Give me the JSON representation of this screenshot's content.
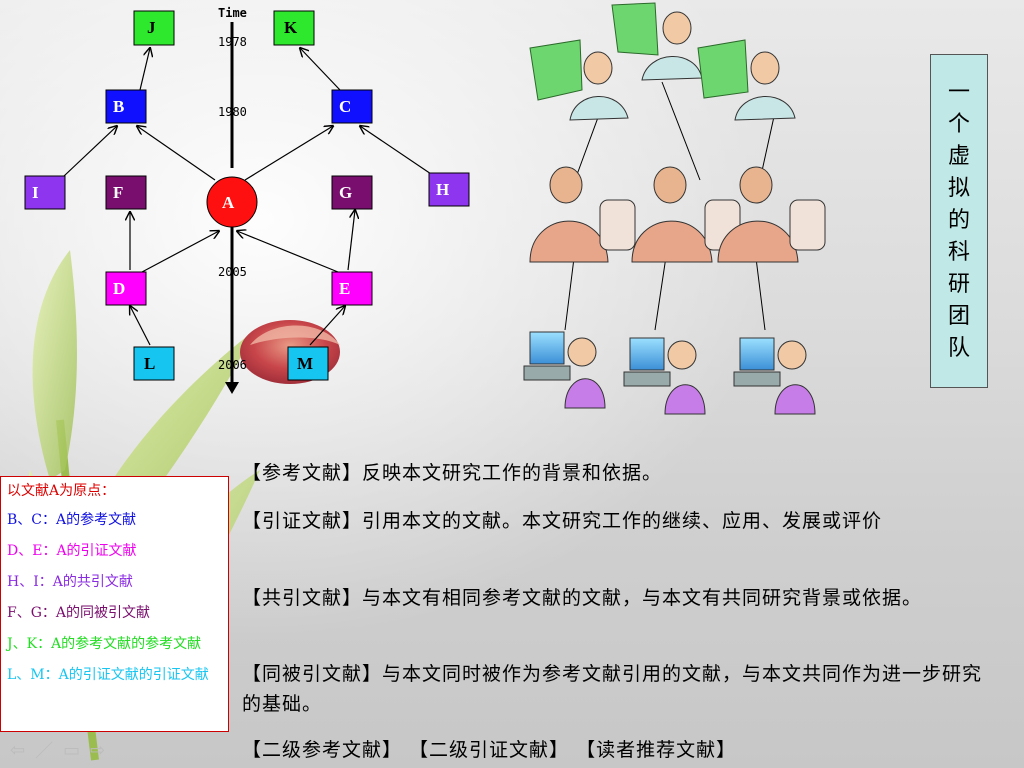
{
  "diagram": {
    "time_label": "Time",
    "years": [
      "1978",
      "1980",
      "2005",
      "2006"
    ],
    "nodes": {
      "A": {
        "label": "A",
        "color": "#ff1010"
      },
      "B": {
        "label": "B",
        "color": "#1010ff"
      },
      "C": {
        "label": "C",
        "color": "#1010ff"
      },
      "D": {
        "label": "D",
        "color": "#ff00ff"
      },
      "E": {
        "label": "E",
        "color": "#ff00ff"
      },
      "F": {
        "label": "F",
        "color": "#7a0e6e"
      },
      "G": {
        "label": "G",
        "color": "#7a0e6e"
      },
      "H": {
        "label": "H",
        "color": "#8e35ef"
      },
      "I": {
        "label": "I",
        "color": "#8e35ef"
      },
      "J": {
        "label": "J",
        "color": "#2ee82e"
      },
      "K": {
        "label": "K",
        "color": "#2ee82e"
      },
      "L": {
        "label": "L",
        "color": "#17c6f0"
      },
      "M": {
        "label": "M",
        "color": "#17c6f0"
      }
    }
  },
  "team_title": [
    "一",
    "个",
    "虚",
    "拟",
    "的",
    "科",
    "研",
    "团",
    "队"
  ],
  "legend": {
    "title": "以文献A为原点：",
    "items": [
      {
        "text": "B、C：A的参考文献",
        "color": "#1010e0"
      },
      {
        "text": "D、E：A的引证文献",
        "color": "#ee00ee"
      },
      {
        "text": "H、I：A的共引文献",
        "color": "#8a2be2"
      },
      {
        "text": "F、G：A的同被引文献",
        "color": "#7a0e6e"
      },
      {
        "text": "J、K：A的参考文献的参考文献",
        "color": "#22dd22"
      },
      {
        "text": "L、M：A的引证文献的引证文献",
        "color": "#17c6f0"
      }
    ],
    "title_color": "#dd0000"
  },
  "definitions": [
    "【参考文献】反映本文研究工作的背景和依据。",
    "【引证文献】引用本文的文献。本文研究工作的继续、应用、发展或评价",
    "【共引文献】与本文有相同参考文献的文献，与本文有共同研究背景或依据。",
    "【同被引文献】与本文同时被作为参考文献引用的文献，与本文共同作为进一步研究的基础。",
    "【二级参考文献】 【二级引证文献】 【读者推荐文献】"
  ],
  "nav": {
    "icons": [
      "prev-arrow-icon",
      "pen-icon",
      "menu-icon",
      "next-arrow-icon"
    ],
    "glyphs": [
      "⇦",
      "／",
      "▭",
      "⇨"
    ]
  }
}
